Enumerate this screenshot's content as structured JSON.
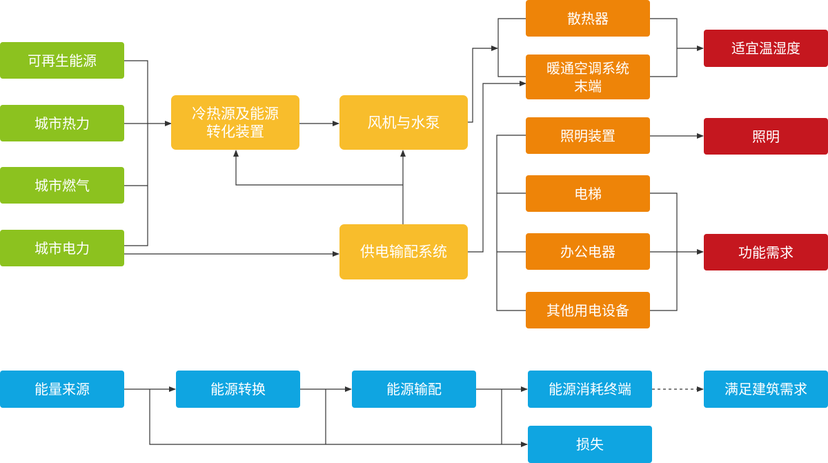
{
  "colors": {
    "source": "#8cc21f",
    "conversion": "#f8bd2c",
    "terminal": "#ee8408",
    "demand": "#c5171f",
    "legend": "#0fa5e1",
    "line": "#333333"
  },
  "sources": {
    "renewable": "可再生能源",
    "heat": "城市热力",
    "gas": "城市燃气",
    "power": "城市电力"
  },
  "conversion": {
    "cold_heat": "冷热源及能源\n转化装置",
    "fan_pump": "风机与水泵",
    "power_supply": "供电输配系统"
  },
  "terminals": {
    "radiator": "散热器",
    "hvac": "暖通空调系统\n末端",
    "lighting_device": "照明装置",
    "elevator": "电梯",
    "office": "办公电器",
    "other": "其他用电设备"
  },
  "demands": {
    "temp_humidity": "适宜温湿度",
    "lighting": "照明",
    "function": "功能需求"
  },
  "legend": {
    "source": "能量来源",
    "conversion": "能源转换",
    "distribution": "能源输配",
    "terminal": "能源消耗终端",
    "demand": "满足建筑需求",
    "loss": "损失"
  }
}
